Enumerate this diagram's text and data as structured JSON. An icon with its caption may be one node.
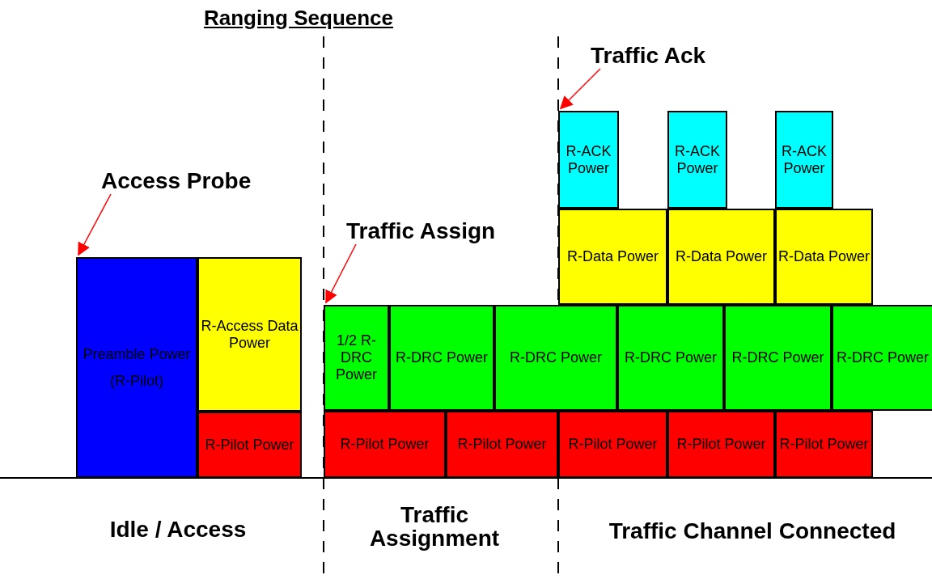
{
  "diagram": {
    "title": "Ranging Sequence",
    "nodes": [
      {
        "text": [
          "Access Probe"
        ]
      },
      {
        "text": [
          "Preamble Power",
          "(R-Pilot)"
        ]
      },
      {
        "text": [
          "R-Access Data Power"
        ]
      },
      {
        "text": [
          "R-Pilot Power"
        ]
      },
      {
        "text": [
          "Traffic Assign"
        ]
      },
      {
        "text": [
          "1/2 R-DRC Power"
        ]
      },
      {
        "text": [
          "R-DRC Power"
        ]
      },
      {
        "text": [
          "R-DRC Power"
        ]
      },
      {
        "text": [
          "R-DRC Power"
        ]
      },
      {
        "text": [
          "R-DRC Power"
        ]
      },
      {
        "text": [
          "R-DRC Power"
        ]
      },
      {
        "text": [
          "R-Pilot Power"
        ]
      },
      {
        "text": [
          "R-Pilot Power"
        ]
      },
      {
        "text": [
          "R-Pilot Power"
        ]
      },
      {
        "text": [
          "R-Pilot Power"
        ]
      },
      {
        "text": [
          "R-Pilot Power"
        ]
      },
      {
        "text": [
          "Traffic Ack"
        ]
      },
      {
        "text": [
          "R-ACK Power"
        ]
      },
      {
        "text": [
          "R-ACK Power"
        ]
      },
      {
        "text": [
          "R-ACK Power"
        ]
      },
      {
        "text": [
          "R-Data Power"
        ]
      },
      {
        "text": [
          "R-Data Power"
        ]
      },
      {
        "text": [
          "R-Data Power"
        ]
      }
    ],
    "edges": [
      {
        "from": 0,
        "to": 1,
        "arrow": "to",
        "color": "#ff0000"
      },
      {
        "from": 4,
        "to": 5,
        "arrow": "to",
        "color": "#ff0000"
      },
      {
        "from": 16,
        "to": 17,
        "arrow": "to",
        "color": "#ff0000"
      }
    ],
    "labels": [
      "Idle / Access",
      "Traffic Assignment",
      "Traffic Channel Connected"
    ]
  }
}
